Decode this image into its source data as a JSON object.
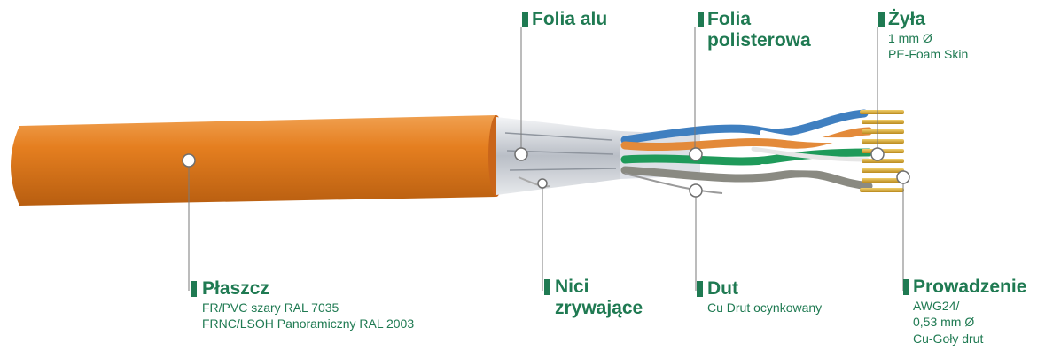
{
  "labels": {
    "folia_alu": {
      "title": "Folia alu"
    },
    "folia_poli": {
      "title_lines": [
        "Folia",
        "polisterowa"
      ]
    },
    "zyla": {
      "title": "Żyła",
      "lines": [
        "1 mm Ø",
        "PE-Foam Skin"
      ]
    },
    "plaszcz": {
      "title": "Płaszcz",
      "lines": [
        "FR/PVC szary RAL 7035",
        "FRNC/LSOH Panoramiczny RAL 2003"
      ]
    },
    "nici": {
      "title_lines": [
        "Nici",
        "zrywające"
      ]
    },
    "dut": {
      "title": "Dut",
      "lines": [
        "Cu Drut ocynkowany"
      ]
    },
    "prowadzenie": {
      "title": "Prowadzenie",
      "lines": [
        "AWG24/",
        "0,53 mm Ø",
        "Cu-Goły drut"
      ]
    }
  },
  "colors": {
    "accent": "#1f7a52",
    "jacket": "#e07b1f",
    "foil": "#c9ced6",
    "pair_blue": "#3f7fc0",
    "pair_orange": "#e38a3a",
    "pair_green": "#1f9a5a",
    "pair_brown": "#8a8a82",
    "copper": "#d8a534"
  }
}
